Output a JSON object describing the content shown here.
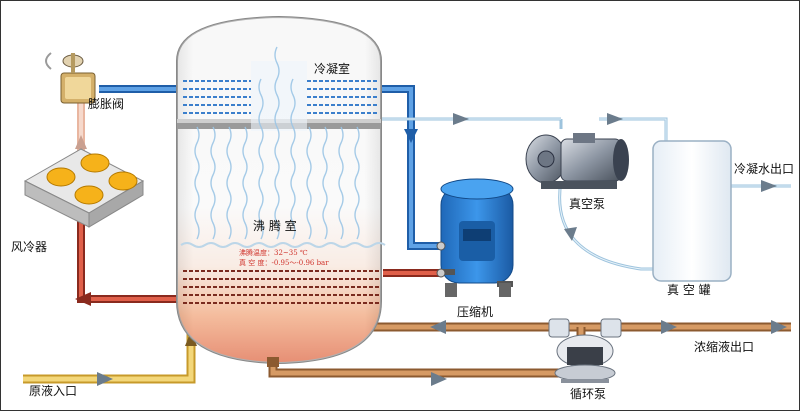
{
  "labels": {
    "expansion_valve": "膨胀阀",
    "condenser_chamber": "冷凝室",
    "boiling_chamber": "沸 腾 室",
    "air_cooler": "风冷器",
    "compressor": "压缩机",
    "vacuum_pump": "真空泵",
    "vacuum_tank": "真 空 罐",
    "condensate_outlet": "冷凝水出口",
    "concentrate_outlet": "浓缩液出口",
    "circulation_pump": "循环泵",
    "raw_liquid_inlet": "原液入口"
  },
  "boiling_info": {
    "temperature": "沸腾温度：32~35 ℃",
    "vacuum": "真 空 度：-0.95～-0.96 bar"
  },
  "colors": {
    "vapor_pipe": "#3a78c9",
    "condensate_pipe": "#b6d6ea",
    "hot_pipe": "#c0422a",
    "concentrate_pipe": "#c98a56",
    "raw_pipe": "#e2b84a",
    "compressor": "#2a7fd6"
  }
}
